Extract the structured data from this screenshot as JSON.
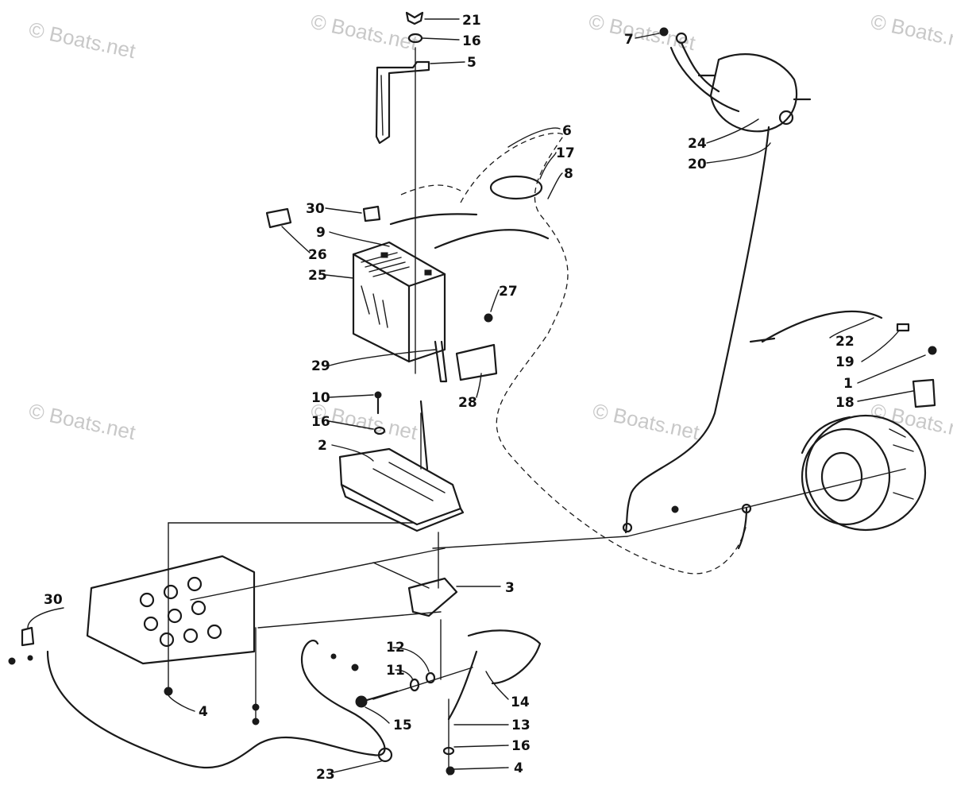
{
  "watermark": "© Boats.net",
  "callouts": [
    "21",
    "16",
    "5",
    "6",
    "17",
    "8",
    "30",
    "9",
    "26",
    "25",
    "27",
    "29",
    "28",
    "10",
    "16",
    "2",
    "7",
    "24",
    "20",
    "22",
    "19",
    "1",
    "18",
    "3",
    "30",
    "12",
    "11",
    "14",
    "15",
    "13",
    "16",
    "4",
    "4",
    "23"
  ]
}
